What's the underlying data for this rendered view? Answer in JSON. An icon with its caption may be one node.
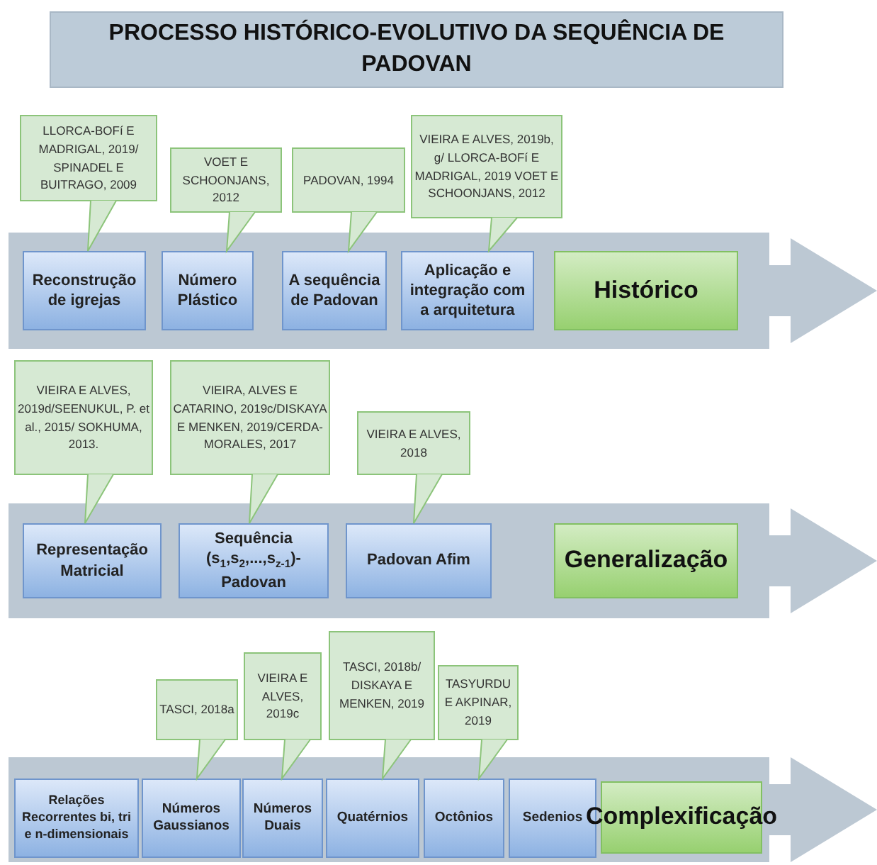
{
  "diagram": {
    "title": "PROCESSO HISTÓRICO-EVOLUTIVO DA SEQUÊNCIA DE PADOVAN",
    "nodes": [
      {
        "text": [
          "LLORCA-BOFí E MADRIGAL, 2019/ SPINADEL E BUITRAGO, 2009"
        ]
      },
      {
        "text": [
          "VOET E SCHOONJANS, 2012"
        ]
      },
      {
        "text": [
          "PADOVAN, 1994"
        ]
      },
      {
        "text": [
          "VIEIRA E ALVES, 2019b, g/ LLORCA-BOFí E MADRIGAL, 2019 VOET E SCHOONJANS, 2012"
        ]
      },
      {
        "text": [],
        "shape": "arrow"
      },
      {
        "text": [
          "Reconstrução de igrejas"
        ],
        "in": 4
      },
      {
        "text": [
          "Número Plástico"
        ],
        "in": 4
      },
      {
        "text": [
          "A sequência de Padovan"
        ],
        "in": 4
      },
      {
        "text": [
          "Aplicação e integração com a arquitetura"
        ],
        "in": 4
      },
      {
        "text": [
          "Histórico"
        ],
        "in": 4
      },
      {
        "text": [
          "VIEIRA E ALVES, 2019d/SEENUKUL, P. et al., 2015/ SOKHUMA, 2013."
        ]
      },
      {
        "text": [
          "VIEIRA, ALVES E CATARINO, 2019c/DISKAYA E MENKEN, 2019/CERDA-MORALES, 2017"
        ]
      },
      {
        "text": [
          "VIEIRA E ALVES, 2018"
        ]
      },
      {
        "text": [],
        "shape": "arrow"
      },
      {
        "text": [
          "Representação Matricial"
        ],
        "in": 13
      },
      {
        "text": [
          "Sequência (s$_{1}$,s$_{2}$,...,s$_{z-1}$)-Padovan"
        ],
        "in": 13
      },
      {
        "text": [
          "Padovan Afim"
        ],
        "in": 13
      },
      {
        "text": [
          "Generalização"
        ],
        "in": 13
      },
      {
        "text": [
          "TASCI, 2018a"
        ]
      },
      {
        "text": [
          "VIEIRA E ALVES, 2019c"
        ]
      },
      {
        "text": [
          "TASCI, 2018b/ DISKAYA E MENKEN, 2019"
        ]
      },
      {
        "text": [
          "TASYURDU E AKPINAR, 2019"
        ]
      },
      {
        "text": [],
        "shape": "arrow"
      },
      {
        "text": [
          "Relações Recorrentes bi, tri e n-dimensionais"
        ],
        "in": 22
      },
      {
        "text": [
          "Números Gaussianos"
        ],
        "in": 22
      },
      {
        "text": [
          "Números Duais"
        ],
        "in": 22
      },
      {
        "text": [
          "Quatérnios"
        ],
        "in": 22
      },
      {
        "text": [
          "Octônios"
        ],
        "in": 22
      },
      {
        "text": [
          "Sedenios"
        ],
        "in": 22
      },
      {
        "text": [
          "Complexificação"
        ],
        "in": 22
      }
    ],
    "edges": [
      {
        "from": 0,
        "to": 5,
        "arrow": "to"
      },
      {
        "from": 1,
        "to": 6,
        "arrow": "to"
      },
      {
        "from": 2,
        "to": 7,
        "arrow": "to"
      },
      {
        "from": 3,
        "to": 8,
        "arrow": "to"
      },
      {
        "from": 10,
        "to": 14,
        "arrow": "to"
      },
      {
        "from": 11,
        "to": 15,
        "arrow": "to"
      },
      {
        "from": 12,
        "to": 16,
        "arrow": "to"
      },
      {
        "from": 18,
        "to": 24,
        "arrow": "to"
      },
      {
        "from": 19,
        "to": 25,
        "arrow": "to"
      },
      {
        "from": 20,
        "to": 26,
        "arrow": "to"
      },
      {
        "from": 21,
        "to": 27,
        "arrow": "to"
      }
    ]
  }
}
